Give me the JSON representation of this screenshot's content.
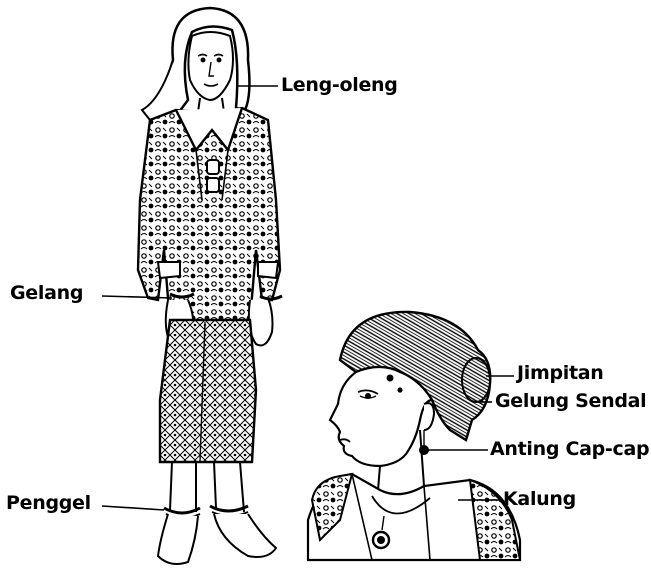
{
  "labels": {
    "leng_oleng": "Leng-oleng",
    "gelang": "Gelang",
    "penggel": "Penggel",
    "jimpitan": "Jimpitan",
    "gelung_sendal": "Gelung Sendal",
    "anting_cap_cap": "Anting Cap-cap",
    "kalung": "Kalung"
  },
  "colors": {
    "ink": "#000000",
    "paper": "#ffffff"
  }
}
